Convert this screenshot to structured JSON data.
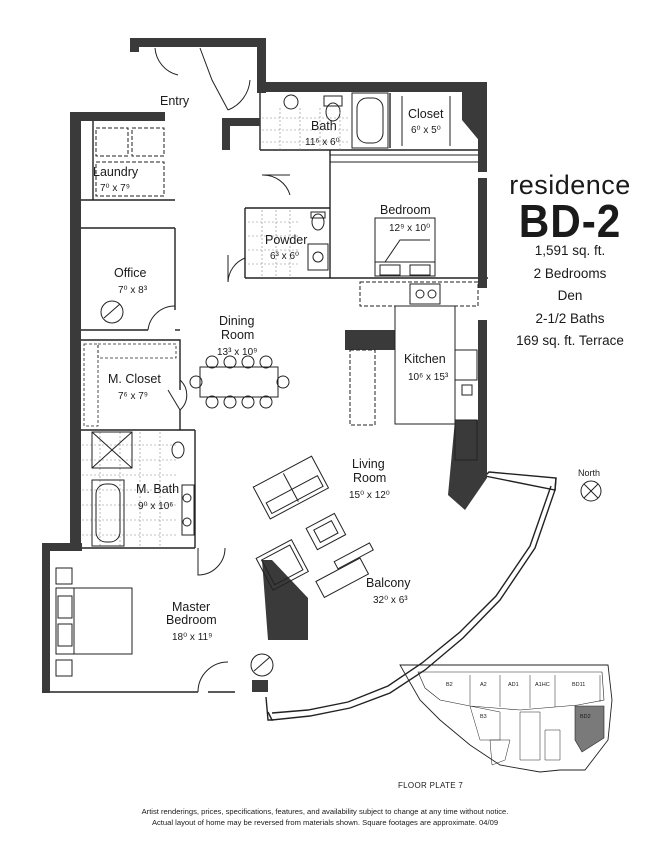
{
  "residence": {
    "prefix": "residence",
    "code": "BD-2"
  },
  "stats": [
    "1,591 sq. ft.",
    "2 Bedrooms",
    "Den",
    "2-1/2 Baths",
    "169 sq. ft. Terrace"
  ],
  "rooms": {
    "entry": {
      "name": "Entry",
      "dim": ""
    },
    "bath": {
      "name": "Bath",
      "dim": "11⁶ x 6⁰"
    },
    "closet": {
      "name": "Closet",
      "dim": "6⁰ x 5⁰"
    },
    "laundry": {
      "name": "Laundry",
      "dim": "7⁰ x 7⁹"
    },
    "bedroom": {
      "name": "Bedroom",
      "dim": "12⁹ x 10⁰"
    },
    "powder": {
      "name": "Powder",
      "dim": "6³ x 6⁰"
    },
    "office": {
      "name": "Office",
      "dim": "7⁰ x 8³"
    },
    "dining": {
      "name1": "Dining",
      "name2": "Room",
      "dim": "13³ x 10⁹"
    },
    "kitchen": {
      "name": "Kitchen",
      "dim": "10⁶ x 15³"
    },
    "mcloset": {
      "name": "M. Closet",
      "dim": "7⁶ x 7⁹"
    },
    "living": {
      "name1": "Living",
      "name2": "Room",
      "dim": "15⁰ x 12⁰"
    },
    "mbath": {
      "name": "M. Bath",
      "dim": "9⁰ x 10⁶"
    },
    "balcony": {
      "name": "Balcony",
      "dim": "32⁰ x 6³"
    },
    "master": {
      "name1": "Master",
      "name2": "Bedroom",
      "dim": "18⁰ x 11⁹"
    }
  },
  "compass": {
    "label": "North"
  },
  "floor_plate": {
    "label": "FLOOR PLATE 7",
    "units": [
      "B2",
      "A2",
      "AD1",
      "A1HC",
      "BD11",
      "B3",
      "BD2"
    ]
  },
  "disclaimer": [
    "Artist renderings, prices, specifications, features, and availability subject to change at any time without notice.",
    "Actual layout of home may be reversed from materials shown.  Square footages are approximate. 04/09"
  ],
  "colors": {
    "wall": "#3a3a3a",
    "line": "#222222",
    "highlight": "#7a7a7a"
  }
}
